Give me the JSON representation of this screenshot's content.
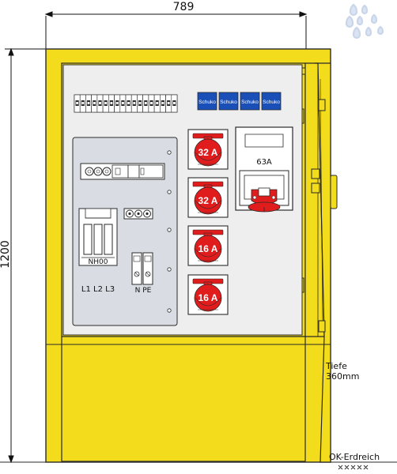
{
  "dimensions": {
    "width": "789",
    "height": "1200"
  },
  "schuko_sockets": [
    "Schuko",
    "Schuko",
    "Schuko",
    "Schuko"
  ],
  "cee_sockets": [
    "32 A",
    "32 A",
    "16 A",
    "16 A"
  ],
  "big_socket": "63A",
  "fuse_label": "NH00",
  "phase_labels": "L1 L2 L3",
  "terminal_labels": "N PE",
  "depth": {
    "line1": "Tiefe",
    "line2": "360mm"
  },
  "ground_label": "OK-Erdreich",
  "colors": {
    "housing": "#f2dc1c",
    "outline": "#2a2a2a",
    "panel": "#eeeeee",
    "sub_panel": "#d9dde3",
    "schuko_blue": "#1a4fb8",
    "cee_red": "#e11c1c"
  },
  "icons": {
    "logo": "water-drops-logo"
  }
}
